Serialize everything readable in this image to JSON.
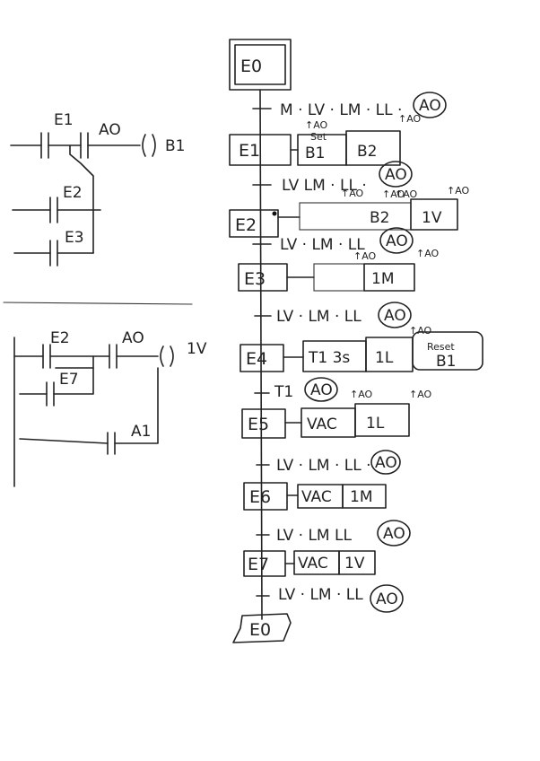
{
  "ladder1": {
    "contact_e1": "E1",
    "contact_a0": "AO",
    "coil_b1": "B1",
    "contact_e2": "E2",
    "contact_e3": "E3"
  },
  "ladder2": {
    "contact_e2": "E2",
    "contact_a0": "AO",
    "coil_1v": "1V",
    "contact_e7": "E7",
    "contact_a1": "A1"
  },
  "grafcet": {
    "initial_step": "E0",
    "transition_0": {
      "text": "M · LV · LM · LL ·",
      "circled": "AO",
      "sub": "↑AO"
    },
    "step_1": {
      "label": "E1",
      "action_1": "B1",
      "action_1_note": "Set",
      "action_1_sup": "↑AO",
      "action_2": "B2"
    },
    "transition_1": {
      "text": "LV  LM · LL ·",
      "circled": "AO",
      "sub1": "↑AO",
      "sub2": "↑AO"
    },
    "step_2": {
      "label": "E2",
      "action_1": "B2",
      "action_2": "1V",
      "sup1": "↑AO",
      "sup2": "↑AO"
    },
    "transition_2": {
      "text": "LV · LM · LL",
      "circled": "AO",
      "sub": "↑AO",
      "sub2": "↑AO"
    },
    "step_3": {
      "label": "E3",
      "action_1": "1M"
    },
    "transition_3": {
      "text": "LV · LM · LL",
      "circled": "AO"
    },
    "step_4": {
      "label": "E4",
      "action_1": "T1 3s",
      "action_2": "1L",
      "action_3a": "Reset",
      "action_3b": "B1",
      "sup": "↑AO"
    },
    "transition_4": {
      "text": "T1",
      "circled": "AO",
      "sub1": "↑AO",
      "sub2": "↑AO"
    },
    "step_5": {
      "label": "E5",
      "action_1": "VAC",
      "action_2": "1L"
    },
    "transition_5": {
      "text": "LV · LM · LL ·",
      "circled": "AO"
    },
    "step_6": {
      "label": "E6",
      "action_1": "VAC",
      "action_2": "1M"
    },
    "transition_6": {
      "text": "LV · LM  LL",
      "circled": "AO"
    },
    "step_7": {
      "label": "E7",
      "action_1": "VAC",
      "action_2": "1V"
    },
    "transition_7": {
      "text": "LV · LM · LL",
      "circled": "AO"
    },
    "return_step": "E0"
  }
}
